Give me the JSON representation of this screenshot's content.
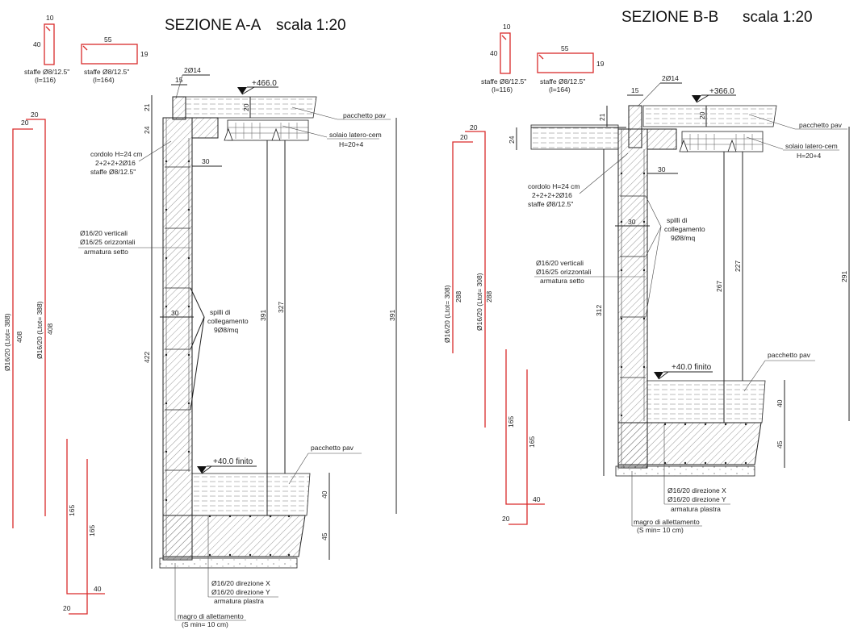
{
  "sections": [
    {
      "title": "SEZIONE A-A",
      "scale": "scala 1:20",
      "stirrups": [
        {
          "dims": [
            "10",
            "40"
          ],
          "label": "staffe Ø8/12.5\"",
          "length": "(l=116)"
        },
        {
          "dims": [
            "55",
            "19"
          ],
          "label": "staffe Ø8/12.5\"",
          "length": "(l=164)"
        }
      ],
      "top_bars": "2Ø14",
      "dim_15": "15",
      "level_top": "+466.0",
      "dim_20": "20",
      "dim_21": "21",
      "dim_24": "24",
      "dim_30a": "30",
      "dim_30b": "30",
      "pacchetto_top": "pacchetto pav",
      "solaio": "solaio latero-cem",
      "solaio_h": "H=20+4",
      "cordolo": [
        "cordolo H=24 cm",
        "2+2+2+2Ø16",
        "staffe Ø8/12.5\""
      ],
      "armatura_setto": [
        "Ø16/20 verticali",
        "Ø16/25 orizzontali",
        "armatura setto"
      ],
      "spilli": [
        "spilli di",
        "collegamento",
        "9Ø8/mq"
      ],
      "dim_422": "422",
      "dim_391a": "391",
      "dim_327": "327",
      "dim_391b": "391",
      "level_bottom": "+40.0 finito",
      "pacchetto_bottom": "pacchetto pav",
      "dim_40": "40",
      "dim_45": "45",
      "armatura_platea": [
        "Ø16/20 direzione X",
        "Ø16/20 direzione Y",
        "armatura plastra"
      ],
      "magro": [
        "magro di allettamento",
        "(S min= 10 cm)"
      ],
      "bars": {
        "bar1_top": "20",
        "bar1_len": "408",
        "bar1_label": "Ø16/20 (Ltot= 388)",
        "bar2_top": "20",
        "bar2_len": "408",
        "bar2_label": "Ø16/20 (Ltot= 388)",
        "bar3_len": "165",
        "bar4_len": "165",
        "bar3_foot": "40",
        "bar4_foot": "20"
      }
    },
    {
      "title": "SEZIONE B-B",
      "scale": "scala 1:20",
      "stirrups": [
        {
          "dims": [
            "10",
            "40"
          ],
          "label": "staffe Ø8/12.5\"",
          "length": "(l=116)"
        },
        {
          "dims": [
            "55",
            "19"
          ],
          "label": "staffe Ø8/12.5\"",
          "length": "(l=164)"
        }
      ],
      "top_bars": "2Ø14",
      "dim_15": "15",
      "level_top": "+366.0",
      "dim_20": "20",
      "dim_21": "21",
      "dim_24": "24",
      "dim_30a": "30",
      "dim_30b": "30",
      "pacchetto_top": "pacchetto pav",
      "solaio": "solaio latero-cem",
      "solaio_h": "H=20+4",
      "cordolo": [
        "cordolo H=24 cm",
        "2+2+2+2Ø16",
        "staffe Ø8/12.5\""
      ],
      "armatura_setto": [
        "Ø16/20 verticali",
        "Ø16/25 orizzontali",
        "armatura setto"
      ],
      "spilli": [
        "spilli di",
        "collegamento",
        "9Ø8/mq"
      ],
      "dim_312": "312",
      "dim_267": "267",
      "dim_227": "227",
      "dim_291": "291",
      "level_bottom": "+40.0 finito",
      "pacchetto_bottom": "pacchetto pav",
      "dim_40": "40",
      "dim_45": "45",
      "armatura_platea": [
        "Ø16/20 direzione X",
        "Ø16/20 direzione Y",
        "armatura plastra"
      ],
      "magro": [
        "magro di allettamento",
        "(S min= 10 cm)"
      ],
      "bars": {
        "bar1_top": "20",
        "bar1_len": "288",
        "bar1_label": "Ø16/20 (Ltot= 308)",
        "bar2_top": "20",
        "bar2_len": "288",
        "bar2_label": "Ø16/20 (Ltot= 308)",
        "bar3_len": "165",
        "bar4_len": "165",
        "bar3_foot": "40",
        "bar4_foot": "20"
      }
    }
  ],
  "colors": {
    "rebar": "#d92b2b",
    "line": "#222222"
  }
}
